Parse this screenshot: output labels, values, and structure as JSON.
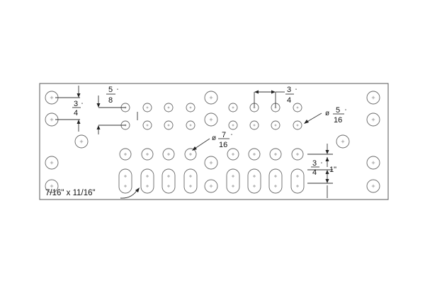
{
  "labels": {
    "d_3_4_left": {
      "num": "3",
      "den": "4",
      "unit": "\""
    },
    "d_5_8": {
      "num": "5",
      "den": "8",
      "unit": "\""
    },
    "d_3_4_top": {
      "num": "3",
      "den": "4",
      "unit": "\""
    },
    "dia_5_16": {
      "prefix": "ø",
      "num": "5",
      "den": "16",
      "unit": "\""
    },
    "dia_7_16": {
      "prefix": "ø",
      "num": "7",
      "den": "16",
      "unit": "\""
    },
    "d_3_4_right": {
      "num": "3",
      "den": "4",
      "unit": "\""
    },
    "d_1": {
      "text": "1\""
    },
    "slot": {
      "text": "7/16\" x 11/16\""
    }
  },
  "colors": {
    "line": "#333333",
    "text": "#111111",
    "background": "#ffffff"
  }
}
